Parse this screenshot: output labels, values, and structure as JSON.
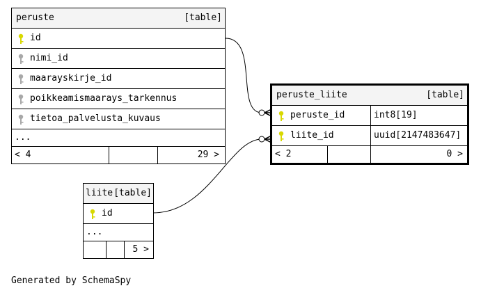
{
  "tables": {
    "peruste": {
      "name": "peruste",
      "kind": "[table]",
      "columns": [
        {
          "name": "id",
          "key": "primary"
        },
        {
          "name": "nimi_id",
          "key": "foreign"
        },
        {
          "name": "maarayskirje_id",
          "key": "foreign"
        },
        {
          "name": "poikkeamismaarays_tarkennus",
          "key": "foreign"
        },
        {
          "name": "tietoa_palvelusta_kuvaus",
          "key": "foreign"
        }
      ],
      "more": "...",
      "footer": {
        "left": "< 4",
        "right": "29 >"
      }
    },
    "peruste_liite": {
      "name": "peruste_liite",
      "kind": "[table]",
      "columns": [
        {
          "name": "peruste_id",
          "type": "int8[19]",
          "key": "primary"
        },
        {
          "name": "liite_id",
          "type": "uuid[2147483647]",
          "key": "primary"
        }
      ],
      "footer": {
        "left": "< 2",
        "right": "0 >"
      }
    },
    "liite": {
      "name": "liite",
      "kind": "[table]",
      "columns": [
        {
          "name": "id",
          "key": "primary"
        }
      ],
      "more": "...",
      "footer": {
        "right": "5 >"
      }
    }
  },
  "colors": {
    "primary_key": "#d8d800",
    "foreign_key": "#a8a8a8",
    "header_bg": "#f4f4f4"
  },
  "credit": "Generated by SchemaSpy"
}
